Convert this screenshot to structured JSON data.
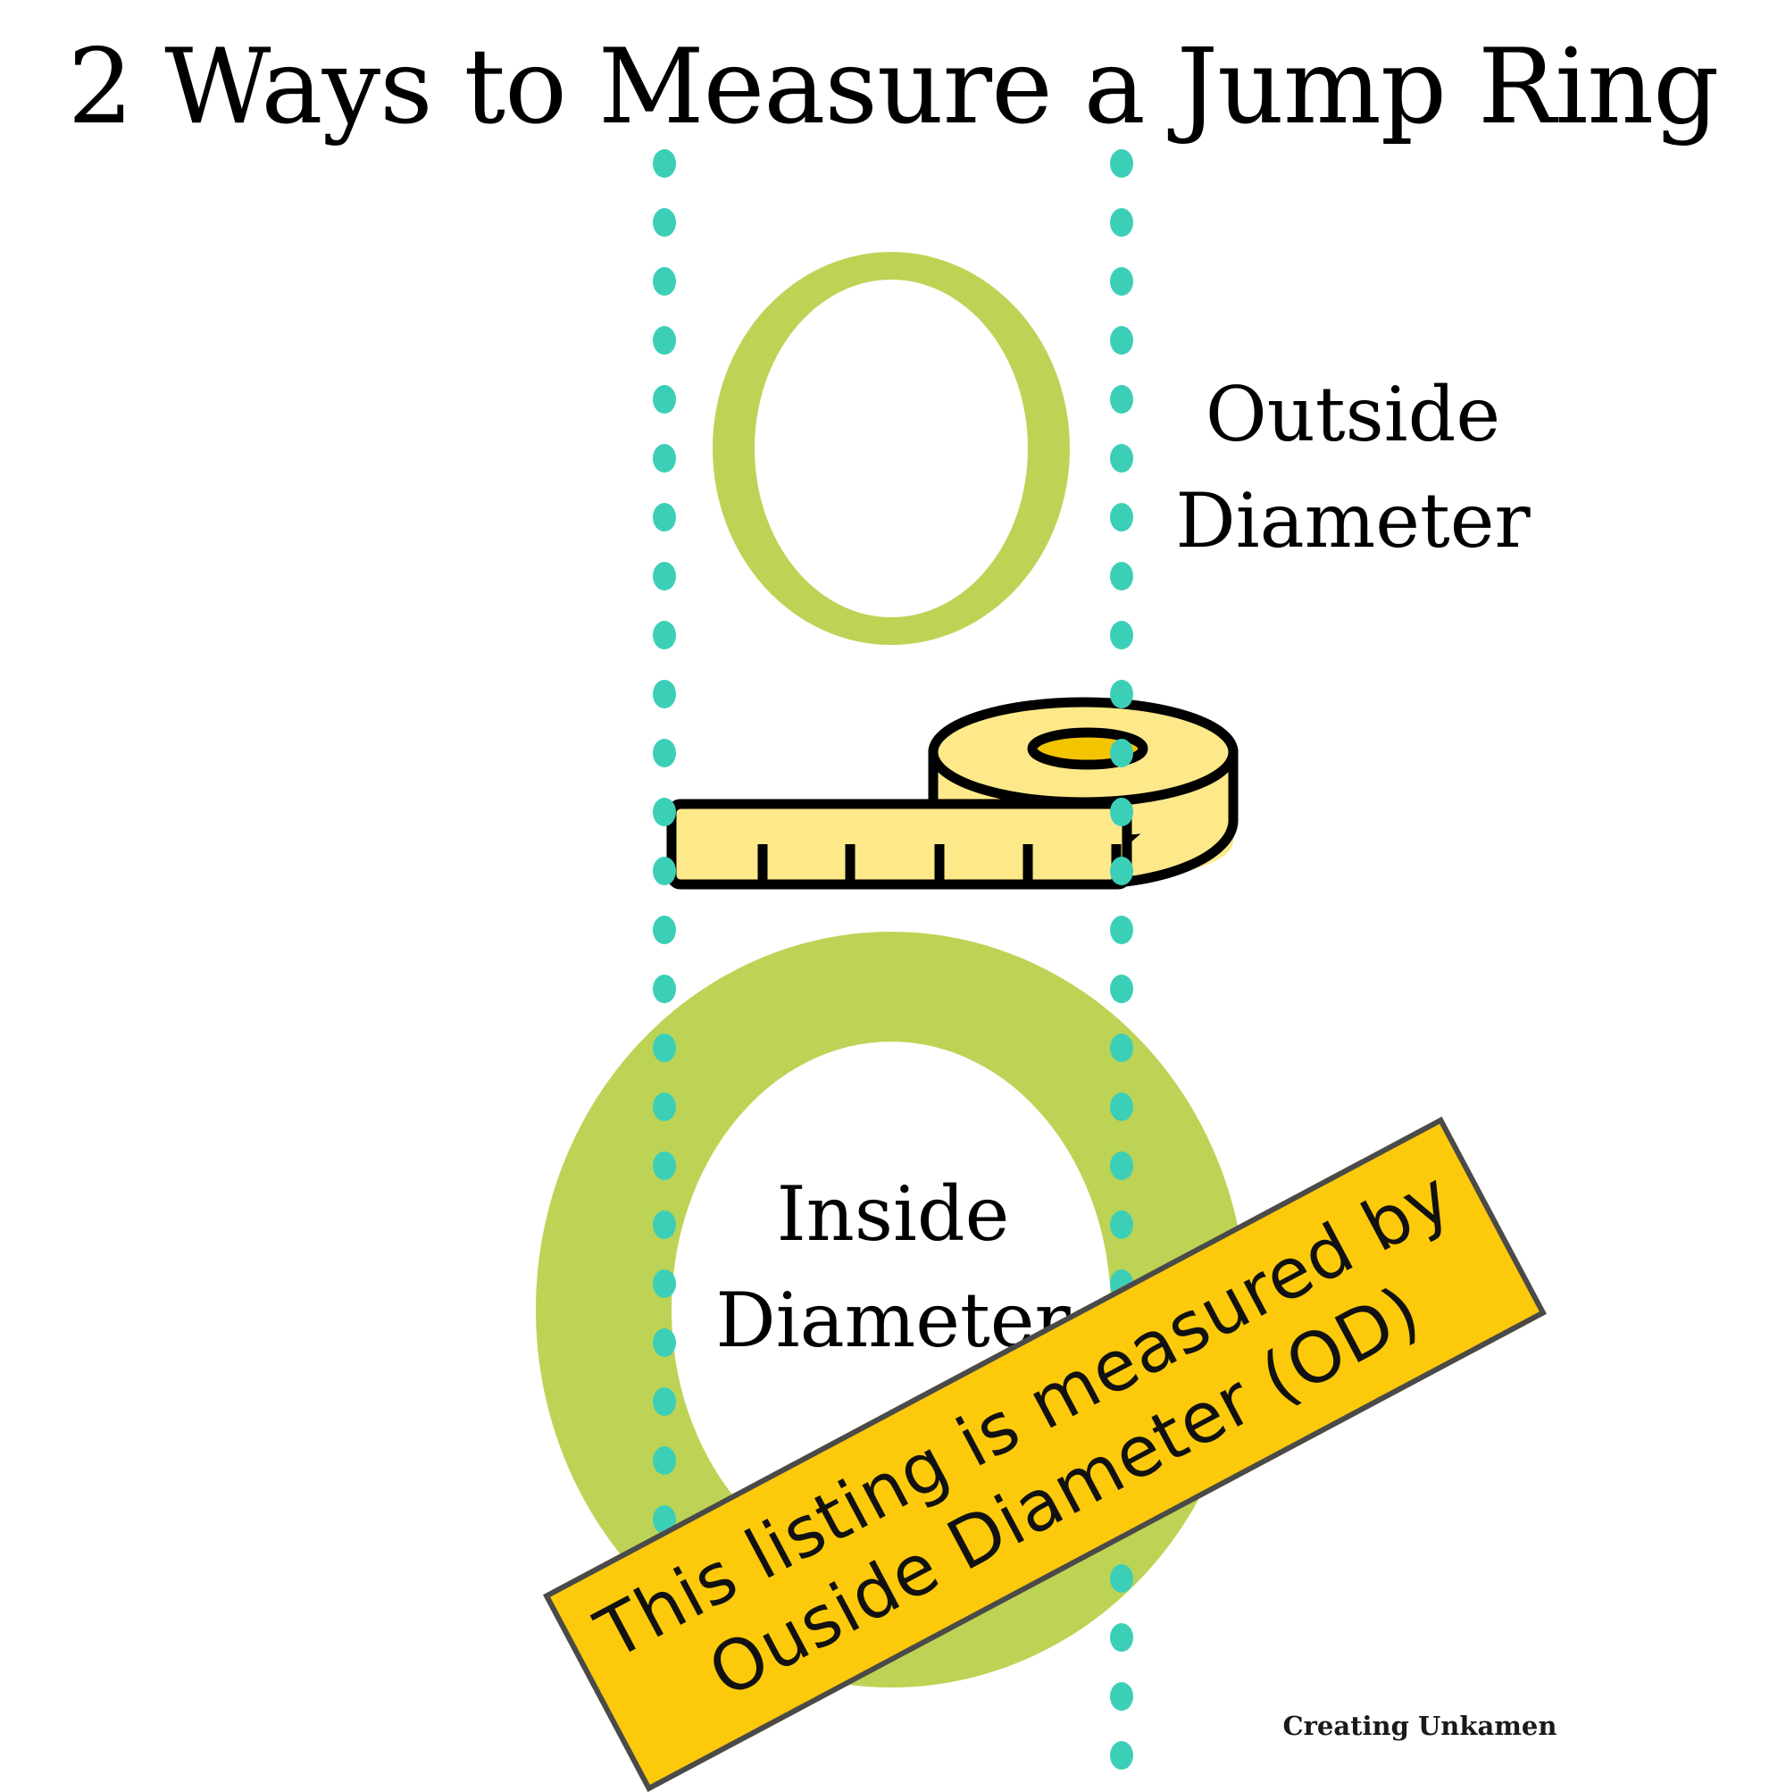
{
  "title": "2 Ways to Measure a Jump Ring",
  "outside_label": [
    "Outside",
    "Diameter"
  ],
  "inside_label": [
    "Inside",
    "Diameter"
  ],
  "banner": [
    "This listing is measured by",
    "Ouside Diameter (OD)"
  ],
  "credit": "Creating Unkamen",
  "colors": {
    "ring": "#bdd355",
    "guide_dots": "#3ccfb8",
    "tape": "#fde98a",
    "tape_center": "#f5c400",
    "banner": "#fcca0a",
    "outline": "#000000"
  },
  "icons": [
    "measuring-tape-icon"
  ]
}
